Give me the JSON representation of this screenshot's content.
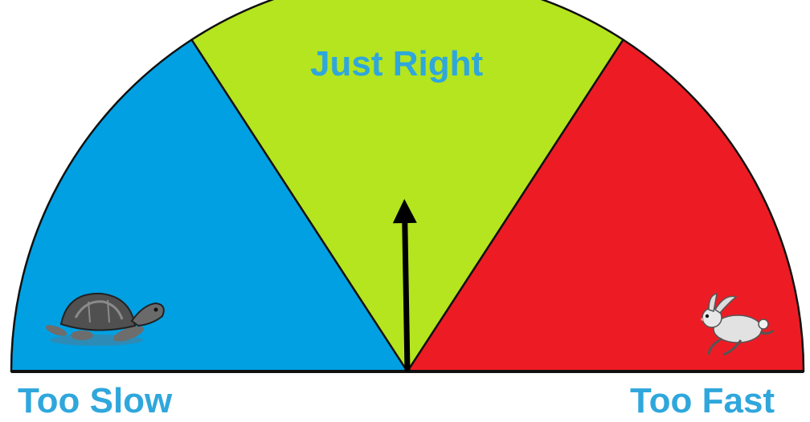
{
  "gauge": {
    "zones": [
      {
        "key": "slow",
        "label": "Too Slow",
        "color": "#00a0e3",
        "start_deg": 0,
        "end_deg": 57
      },
      {
        "key": "right",
        "label": "Just Right",
        "color": "#b4e51e",
        "start_deg": 57,
        "end_deg": 123
      },
      {
        "key": "fast",
        "label": "Too Fast",
        "color": "#ed1c24",
        "start_deg": 123,
        "end_deg": 180
      }
    ],
    "needle_deg": 89,
    "label_color": "#2fa7dc",
    "outline_color": "#111111",
    "slow_icon": "turtle-icon",
    "fast_icon": "rabbit-icon"
  }
}
